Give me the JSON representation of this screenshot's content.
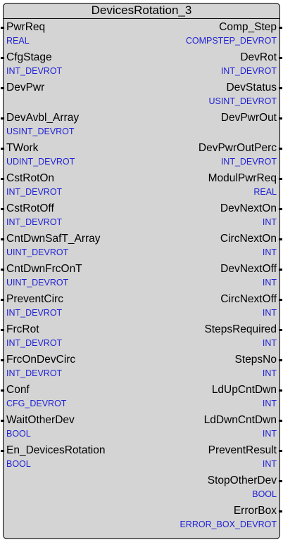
{
  "block": {
    "title": "DevicesRotation_3",
    "inputs": [
      {
        "name": "PwrReq",
        "type": "REAL"
      },
      {
        "name": "CfgStage",
        "type": "INT_DEVROT"
      },
      {
        "name": "DevPwr",
        "type": ""
      },
      {
        "name": "DevAvbl_Array",
        "type": "USINT_DEVROT"
      },
      {
        "name": "TWork",
        "type": "UDINT_DEVROT"
      },
      {
        "name": "CstRotOn",
        "type": "INT_DEVROT"
      },
      {
        "name": "CstRotOff",
        "type": "INT_DEVROT"
      },
      {
        "name": "CntDwnSafT_Array",
        "type": "UINT_DEVROT"
      },
      {
        "name": "CntDwnFrcOnT",
        "type": "UINT_DEVROT"
      },
      {
        "name": "PreventCirc",
        "type": "INT_DEVROT"
      },
      {
        "name": "FrcRot",
        "type": "INT_DEVROT"
      },
      {
        "name": "FrcOnDevCirc",
        "type": "INT_DEVROT"
      },
      {
        "name": "Conf",
        "type": "CFG_DEVROT"
      },
      {
        "name": "WaitOtherDev",
        "type": "BOOL"
      },
      {
        "name": "En_DevicesRotation",
        "type": "BOOL"
      }
    ],
    "outputs": [
      {
        "name": "Comp_Step",
        "type": "COMPSTEP_DEVROT"
      },
      {
        "name": "DevRot",
        "type": "INT_DEVROT"
      },
      {
        "name": "DevStatus",
        "type": "USINT_DEVROT"
      },
      {
        "name": "DevPwrOut",
        "type": ""
      },
      {
        "name": "DevPwrOutPerc",
        "type": "INT_DEVROT"
      },
      {
        "name": "ModulPwrReq",
        "type": "REAL"
      },
      {
        "name": "DevNextOn",
        "type": "INT"
      },
      {
        "name": "CircNextOn",
        "type": "INT"
      },
      {
        "name": "DevNextOff",
        "type": "INT"
      },
      {
        "name": "CircNextOff",
        "type": "INT"
      },
      {
        "name": "StepsRequired",
        "type": "INT"
      },
      {
        "name": "StepsNo",
        "type": "INT"
      },
      {
        "name": "LdUpCntDwn",
        "type": "INT"
      },
      {
        "name": "LdDwnCntDwn",
        "type": "INT"
      },
      {
        "name": "PreventResult",
        "type": "INT"
      },
      {
        "name": "StopOtherDev",
        "type": "BOOL"
      },
      {
        "name": "ErrorBox",
        "type": "ERROR_BOX_DEVROT"
      }
    ]
  },
  "colors": {
    "block_fill": "#d4d4d4",
    "type_text": "#1f1fd6",
    "name_text": "#000000"
  }
}
